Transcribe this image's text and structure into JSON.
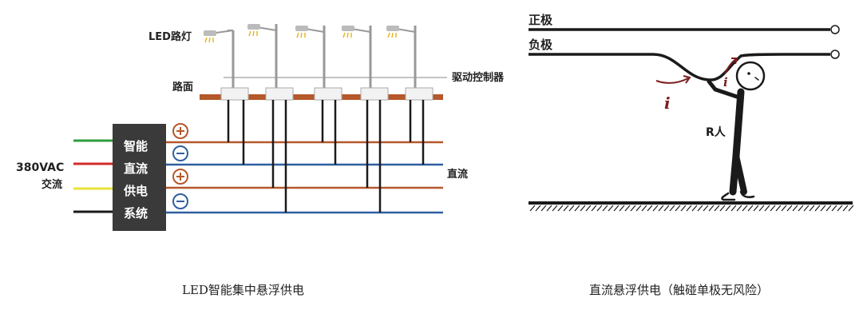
{
  "left_diagram": {
    "led_label": "LED路灯",
    "road_label": "路面",
    "driver_label": "驱动控制器",
    "input_voltage": "380VAC",
    "input_type": "交流",
    "system_box": [
      "智能",
      "直流",
      "供电",
      "系统"
    ],
    "dc_label": "直流",
    "bus_signs": [
      "⊕",
      "⊖",
      "⊕",
      "⊖"
    ],
    "caption": "LED智能集中悬浮供电"
  },
  "right_diagram": {
    "positive_label": "正极",
    "negative_label": "负极",
    "current_label": "i",
    "resistance_label": "R人",
    "caption": "直流悬浮供电（触碰单极无风险）"
  },
  "colors": {
    "wire_green": "#2e9e3e",
    "wire_red": "#d22b2b",
    "wire_yellow": "#e8e23a",
    "wire_black": "#1a1a1a",
    "bus_brown": "#b5582a",
    "bus_blue": "#2f5fa0",
    "system_box": "#3a3a3a",
    "road": "#b5582a"
  }
}
